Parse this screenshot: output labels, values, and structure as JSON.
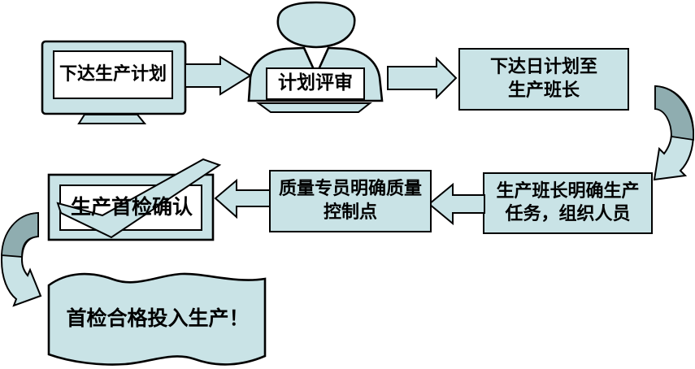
{
  "diagram": {
    "type": "flowchart",
    "language": "zh-CN",
    "colors": {
      "background": "#ffffff",
      "shape_fill": "#c9e3e6",
      "shade_dark": "#8fadb0",
      "outline": "#000000",
      "label_bg": "#ffffff",
      "text": "#000000"
    },
    "nodes": {
      "issue_production_plan": {
        "label": "下达生产计划",
        "shape": "computer-monitor"
      },
      "plan_review": {
        "label": "计划评审",
        "shape": "person-figure"
      },
      "issue_daily_plan": {
        "label": "下达日计划至\n生产班长",
        "shape": "rectangle"
      },
      "team_leader_tasks": {
        "label": "生产班长明确生产\n任务，组织人员",
        "shape": "rectangle"
      },
      "quality_control_points": {
        "label": "质量专员明确质量\n控制点",
        "shape": "rectangle"
      },
      "first_article_check": {
        "label": "生产首检确认",
        "shape": "rectangle-with-checkmark"
      },
      "start_production": {
        "label": "首检合格投入生产！",
        "shape": "wave-banner"
      }
    },
    "connectors": [
      {
        "from": "issue_production_plan",
        "to": "plan_review",
        "style": "block-arrow-right"
      },
      {
        "from": "plan_review",
        "to": "issue_daily_plan",
        "style": "block-arrow-right"
      },
      {
        "from": "issue_daily_plan",
        "to": "team_leader_tasks",
        "style": "curved-arrow-down"
      },
      {
        "from": "team_leader_tasks",
        "to": "quality_control_points",
        "style": "block-arrow-left"
      },
      {
        "from": "quality_control_points",
        "to": "first_article_check",
        "style": "block-arrow-left"
      },
      {
        "from": "first_article_check",
        "to": "start_production",
        "style": "curved-arrow-down"
      }
    ]
  }
}
